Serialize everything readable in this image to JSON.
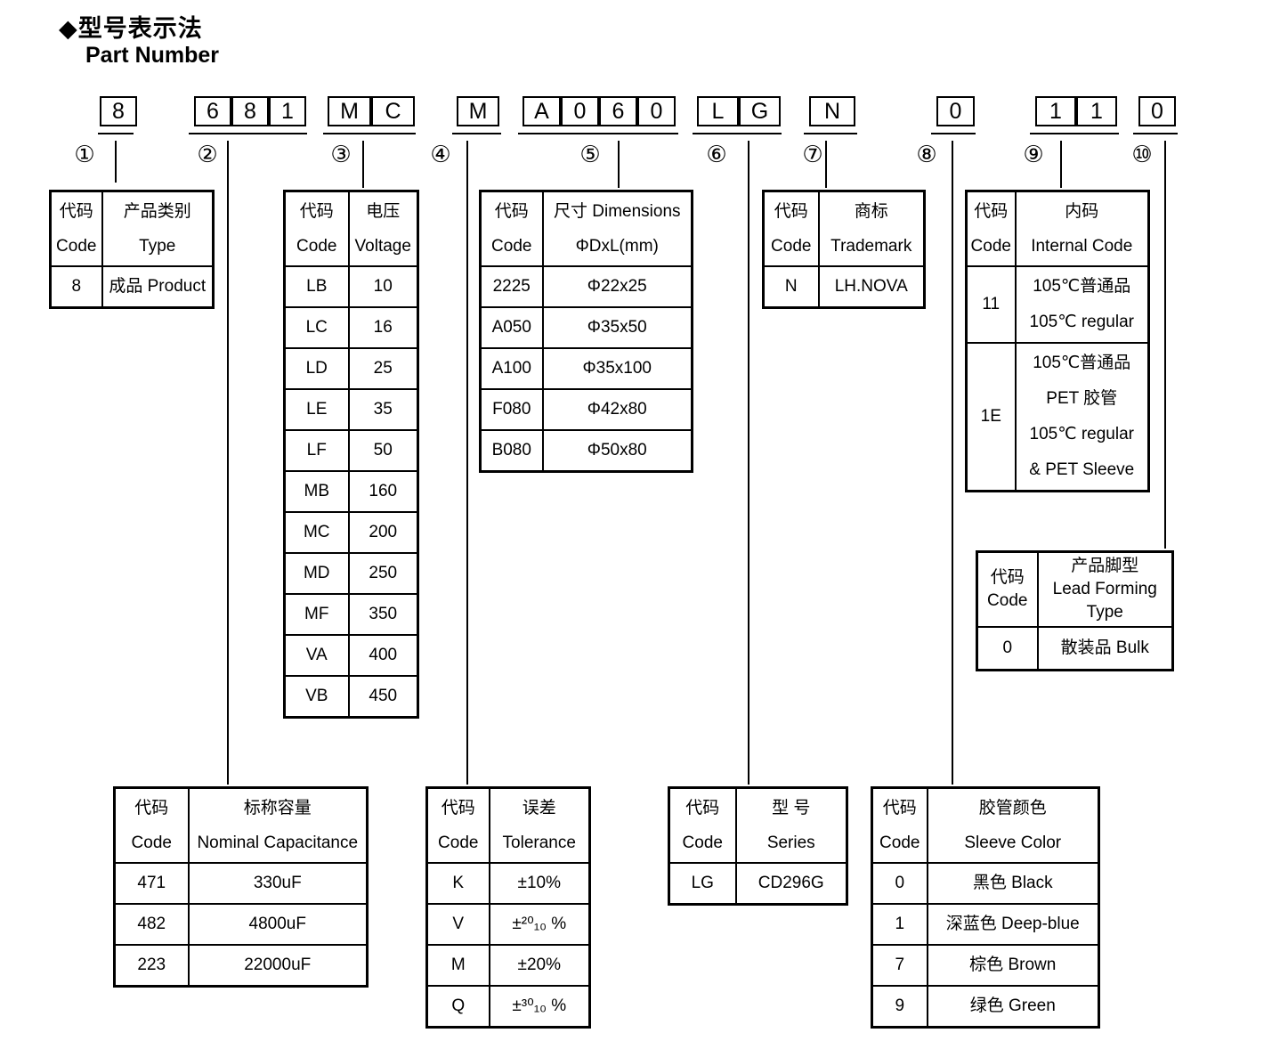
{
  "title": {
    "zh": "◆型号表示法",
    "en": "Part Number"
  },
  "part_number": {
    "segments": [
      {
        "id": "seg-1",
        "marker": "①",
        "chars": [
          "8"
        ]
      },
      {
        "id": "seg-2",
        "marker": "②",
        "chars": [
          "6",
          "8",
          "1"
        ]
      },
      {
        "id": "seg-3",
        "marker": "③",
        "chars": [
          "M",
          "C"
        ]
      },
      {
        "id": "seg-4",
        "marker": "④",
        "chars": [
          "M"
        ]
      },
      {
        "id": "seg-5",
        "marker": "⑤",
        "chars": [
          "A",
          "0",
          "6",
          "0"
        ]
      },
      {
        "id": "seg-6",
        "marker": "⑥",
        "chars": [
          "L",
          "G"
        ]
      },
      {
        "id": "seg-7",
        "marker": "⑦",
        "chars": [
          "N"
        ]
      },
      {
        "id": "seg-8",
        "marker": "⑧",
        "chars": [
          "0"
        ]
      },
      {
        "id": "seg-9",
        "marker": "⑨",
        "chars": [
          "1",
          "1"
        ]
      },
      {
        "id": "seg-10",
        "marker": "⑩",
        "chars": [
          "0"
        ]
      }
    ]
  },
  "tables": [
    {
      "id": "product",
      "header": [
        "代码\nCode",
        "产品类别\nType"
      ],
      "rows": [
        [
          "8",
          "成品 Product"
        ]
      ]
    },
    {
      "id": "voltage",
      "header": [
        "代码\nCode",
        "电压\nVoltage"
      ],
      "rows": [
        [
          "LB",
          "10"
        ],
        [
          "LC",
          "16"
        ],
        [
          "LD",
          "25"
        ],
        [
          "LE",
          "35"
        ],
        [
          "LF",
          "50"
        ],
        [
          "MB",
          "160"
        ],
        [
          "MC",
          "200"
        ],
        [
          "MD",
          "250"
        ],
        [
          "MF",
          "350"
        ],
        [
          "VA",
          "400"
        ],
        [
          "VB",
          "450"
        ]
      ]
    },
    {
      "id": "dimensions",
      "header": [
        "代码\nCode",
        "尺寸 Dimensions\nΦDxL(mm)"
      ],
      "rows": [
        [
          "2225",
          "Φ22x25"
        ],
        [
          "A050",
          "Φ35x50"
        ],
        [
          "A100",
          "Φ35x100"
        ],
        [
          "F080",
          "Φ42x80"
        ],
        [
          "B080",
          "Φ50x80"
        ]
      ]
    },
    {
      "id": "trademark",
      "header": [
        "代码\nCode",
        "商标\nTrademark"
      ],
      "rows": [
        [
          "N",
          "LH.NOVA"
        ]
      ]
    },
    {
      "id": "internal",
      "header": [
        "代码\nCode",
        "内码\nInternal Code"
      ],
      "rows": [
        [
          "11",
          "105℃普通品\n105℃  regular"
        ],
        [
          "1E",
          "105℃普通品\nPET 胶管\n105℃  regular\n& PET Sleeve"
        ]
      ]
    },
    {
      "id": "leadforming",
      "header": [
        "代码\nCode",
        "产品脚型\nLead Forming\nType"
      ],
      "rows": [
        [
          "0",
          "散装品 Bulk"
        ]
      ]
    },
    {
      "id": "capacitance",
      "header": [
        "代码\nCode",
        "标称容量\nNominal Capacitance"
      ],
      "rows": [
        [
          "471",
          "330uF"
        ],
        [
          "482",
          "4800uF"
        ],
        [
          "223",
          "22000uF"
        ]
      ]
    },
    {
      "id": "tolerance",
      "header": [
        "代码\nCode",
        "误差\nTolerance"
      ],
      "rows": [
        [
          "K",
          "±10%"
        ],
        [
          "V",
          "±²⁰₁₀ %"
        ],
        [
          "M",
          "±20%"
        ],
        [
          "Q",
          "±³⁰₁₀ %"
        ]
      ]
    },
    {
      "id": "series",
      "header": [
        "代码\nCode",
        "型 号\nSeries"
      ],
      "rows": [
        [
          "LG",
          "CD296G"
        ]
      ]
    },
    {
      "id": "sleeve",
      "header": [
        "代码\nCode",
        "胶管颜色\nSleeve Color"
      ],
      "rows": [
        [
          "0",
          "黑色 Black"
        ],
        [
          "1",
          "深蓝色 Deep-blue"
        ],
        [
          "7",
          "棕色 Brown"
        ],
        [
          "9",
          "绿色 Green"
        ]
      ]
    }
  ],
  "colors": {
    "ink": "#000000",
    "background": "#ffffff"
  }
}
